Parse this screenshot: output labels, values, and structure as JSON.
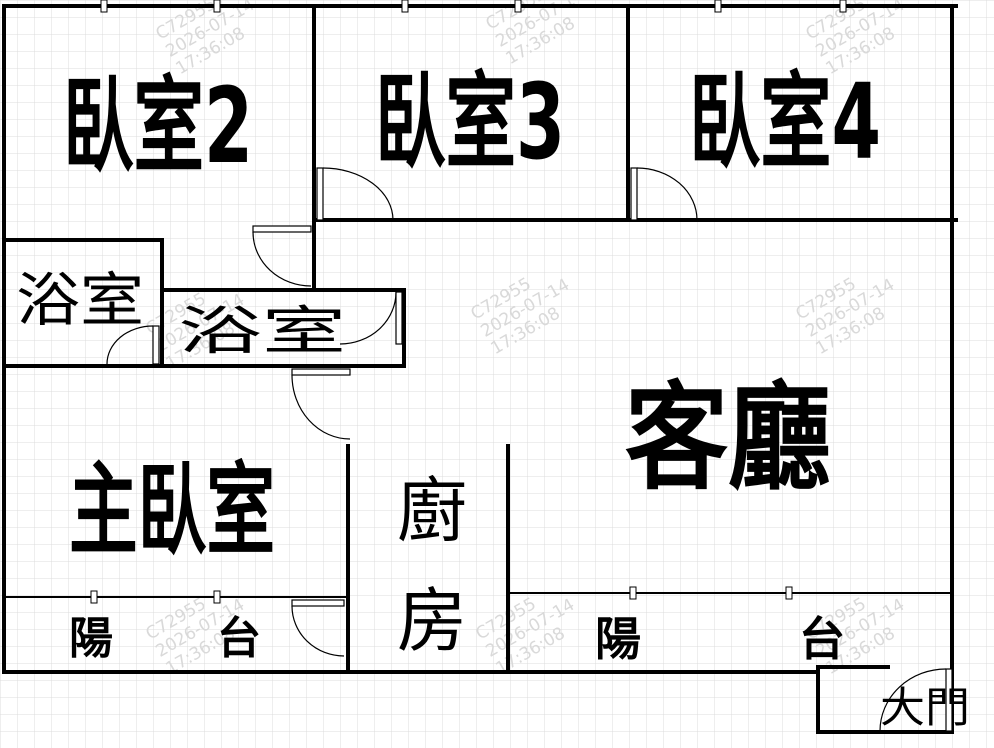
{
  "rooms": {
    "bedroom2": "臥室2",
    "bedroom3": "臥室3",
    "bedroom4": "臥室4",
    "bath_left": "浴室",
    "bath_center": "浴室",
    "master_bedroom": "主臥室",
    "kitchen_line1": "廚",
    "kitchen_line2": "房",
    "living_room": "客廳",
    "balcony_left": "陽 台",
    "balcony_right": "陽  台",
    "main_door": "大門"
  },
  "watermark": {
    "id": "C72955",
    "date": "2026-07-14",
    "time": "17:36:08"
  },
  "colors": {
    "wall": "#000000",
    "grid": "#dcdcdc",
    "watermark": "#d9d9d9",
    "background": "#ffffff"
  }
}
